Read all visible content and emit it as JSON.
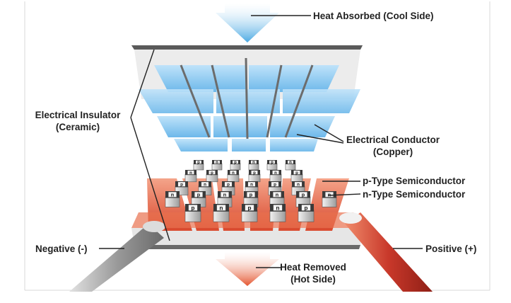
{
  "labels": {
    "heat_absorbed": "Heat Absorbed (Cool Side)",
    "insulator_line1": "Electrical Insulator",
    "insulator_line2": "(Ceramic)",
    "conductor_line1": "Electrical Conductor",
    "conductor_line2": "(Copper)",
    "p_type": "p-Type Semiconductor",
    "n_type": "n-Type Semiconductor",
    "negative": "Negative (-)",
    "positive": "Positive (+)",
    "heat_removed_line1": "Heat Removed",
    "heat_removed_line2": "(Hot Side)"
  },
  "pellet_letters": {
    "p": "p",
    "n": "n"
  },
  "colors": {
    "cool_arrow": "#5fb4e6",
    "hot_arrow": "#e8643a",
    "copper_blue": "#8cc8f0",
    "copper_red": "#e2563a",
    "ceramic": "#d9d9d9",
    "positive_wire": "#c8382a",
    "negative_wire": "#9a9a9a"
  }
}
